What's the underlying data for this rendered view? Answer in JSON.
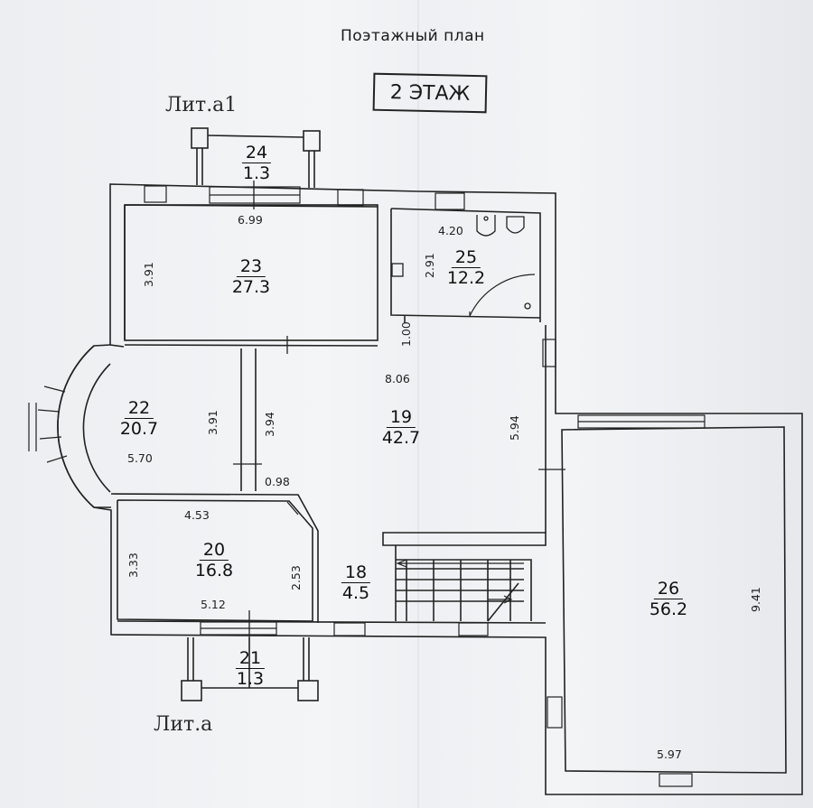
{
  "document": {
    "title": "Поэтажный план",
    "floor": "2 ЭТАЖ",
    "lit_top": "Лит.а1",
    "lit_bottom": "Лит.а"
  },
  "rooms": [
    {
      "num": "24",
      "area": "1.3"
    },
    {
      "num": "23",
      "area": "27.3"
    },
    {
      "num": "25",
      "area": "12.2"
    },
    {
      "num": "22",
      "area": "20.7"
    },
    {
      "num": "19",
      "area": "42.7"
    },
    {
      "num": "20",
      "area": "16.8"
    },
    {
      "num": "18",
      "area": "4.5"
    },
    {
      "num": "21",
      "area": "1.3"
    },
    {
      "num": "26",
      "area": "56.2"
    }
  ],
  "dimensions": {
    "r23_width": "6.99",
    "r23_height": "3.91",
    "r25_width": "4.20",
    "r25_height": "2.91",
    "corridor_gap": "1.00",
    "r19_width": "8.06",
    "r19_height_left": "3.94",
    "r19_height_right": "5.94",
    "r22_height": "3.91",
    "r22_width": "5.70",
    "passage": "0.98",
    "r20_top": "4.53",
    "r20_left": "3.33",
    "r20_right": "2.53",
    "r20_bottom": "5.12",
    "r26_height": "9.41",
    "r26_width": "5.97"
  }
}
